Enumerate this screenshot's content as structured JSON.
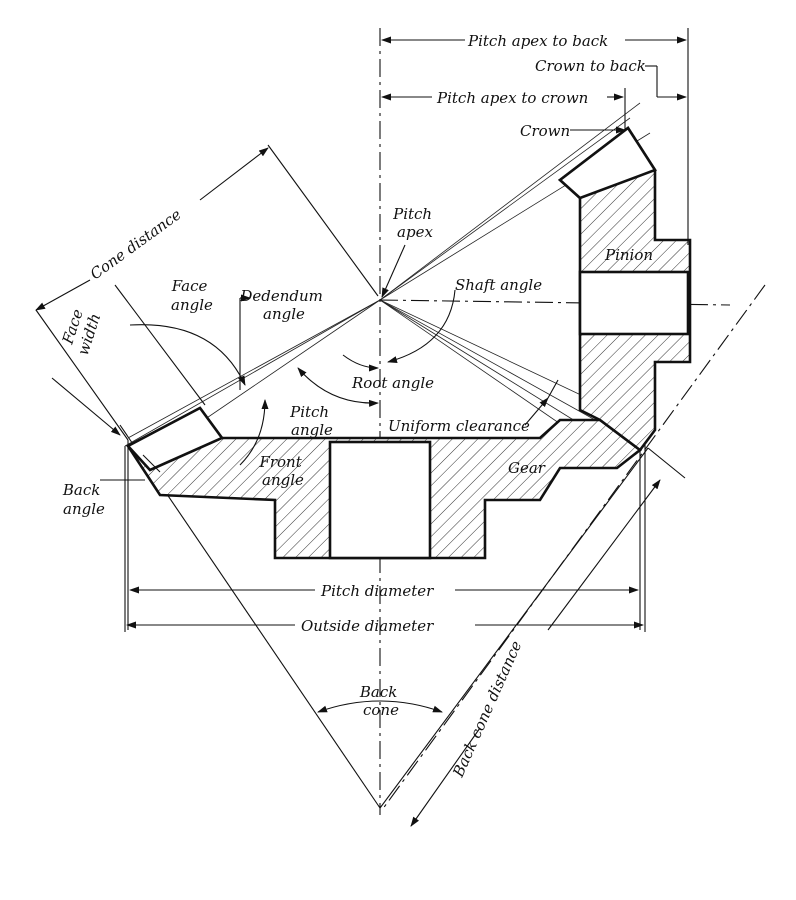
{
  "labels": {
    "pitch_apex_to_back": "Pitch apex to back",
    "crown_to_back": "Crown to back",
    "pitch_apex_to_crown": "Pitch apex to crown",
    "crown": "Crown",
    "pitch_apex": [
      "Pitch",
      "apex"
    ],
    "pinion": "Pinion",
    "cone_distance": "Cone distance",
    "face_angle": [
      "Face",
      "angle"
    ],
    "dedendum_angle": [
      "Dedendum",
      "angle"
    ],
    "face_width": [
      "Face",
      "width"
    ],
    "shaft_angle": "Shaft angle",
    "root_angle": "Root angle",
    "pitch_angle": [
      "Pitch",
      "angle"
    ],
    "uniform_clearance": "Uniform clearance",
    "front_angle": [
      "Front",
      "angle"
    ],
    "gear": "Gear",
    "back_angle": [
      "Back",
      "angle"
    ],
    "pitch_diameter": "Pitch diameter",
    "outside_diameter": "Outside diameter",
    "back_cone": [
      "Back",
      "cone"
    ],
    "back_cone_distance": "Back cone distance"
  },
  "colors": {
    "ink": "#111111",
    "paper": "#ffffff"
  }
}
